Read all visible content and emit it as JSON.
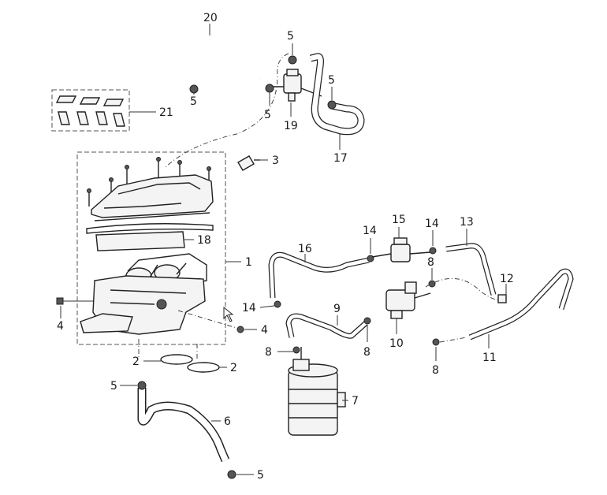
{
  "callouts": {
    "c20": "20",
    "c21": "21",
    "c5a": "5",
    "c5b": "5",
    "c5c": "5",
    "c5d": "5",
    "c5e": "5",
    "c5f": "5",
    "c19": "19",
    "c17": "17",
    "c3": "3",
    "c18": "18",
    "c1": "1",
    "c4a": "4",
    "c4b": "4",
    "c2a": "2",
    "c2b": "2",
    "c6": "6",
    "c7": "7",
    "c8a": "8",
    "c8b": "8",
    "c8c": "8",
    "c8d": "8",
    "c9": "9",
    "c10": "10",
    "c11": "11",
    "c12": "12",
    "c13": "13",
    "c14a": "14",
    "c14b": "14",
    "c14c": "14",
    "c15": "15",
    "c16": "16"
  }
}
